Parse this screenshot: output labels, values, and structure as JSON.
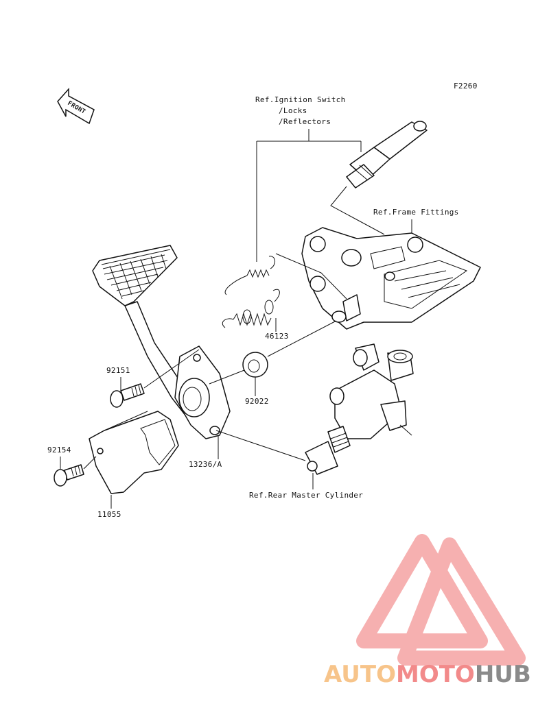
{
  "figure_code": "F2260",
  "front_marker": "FRONT",
  "references": {
    "ignition_line1": "Ref.Ignition Switch",
    "ignition_line2": "/Locks",
    "ignition_line3": "/Reflectors",
    "frame_fittings": "Ref.Frame Fittings",
    "rear_master_cylinder": "Ref.Rear Master Cylinder"
  },
  "part_numbers": {
    "spring": "46123",
    "bolt_upper": "92151",
    "washer": "92022",
    "bolt_lower": "92154",
    "pedal": "13236/A",
    "bracket": "11055"
  },
  "watermark": {
    "part1": "AUTO",
    "part2": "MOTO",
    "part3": "HUB",
    "color_auto": "#f7c48a",
    "color_moto": "#f28a8a",
    "color_hub": "#8a8a8a"
  }
}
